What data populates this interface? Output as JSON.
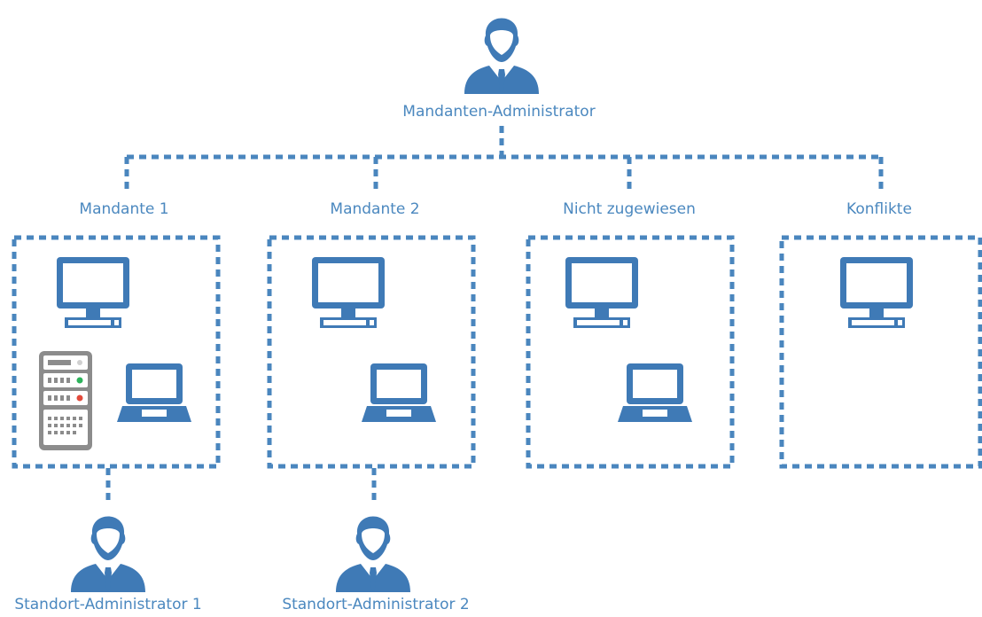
{
  "top_admin": {
    "label": "Mandanten-Administrator",
    "icon": "user-icon"
  },
  "groups": [
    {
      "label": "Mandante 1",
      "devices": [
        "desktop-icon",
        "server-icon",
        "laptop-icon"
      ]
    },
    {
      "label": "Mandante 2",
      "devices": [
        "desktop-icon",
        "laptop-icon"
      ]
    },
    {
      "label": "Nicht zugewiesen",
      "devices": [
        "desktop-icon",
        "laptop-icon"
      ]
    },
    {
      "label": "Konflikte",
      "devices": [
        "desktop-icon"
      ]
    }
  ],
  "site_admins": [
    {
      "label": "Standort-Administrator 1",
      "icon": "user-icon"
    },
    {
      "label": "Standort-Administrator 2",
      "icon": "user-icon"
    }
  ],
  "colors": {
    "primary": "#3f7ab6",
    "label": "#4b88bf",
    "server": "#8c8c8c",
    "led_green": "#2db35b",
    "led_red": "#e24a3b"
  }
}
